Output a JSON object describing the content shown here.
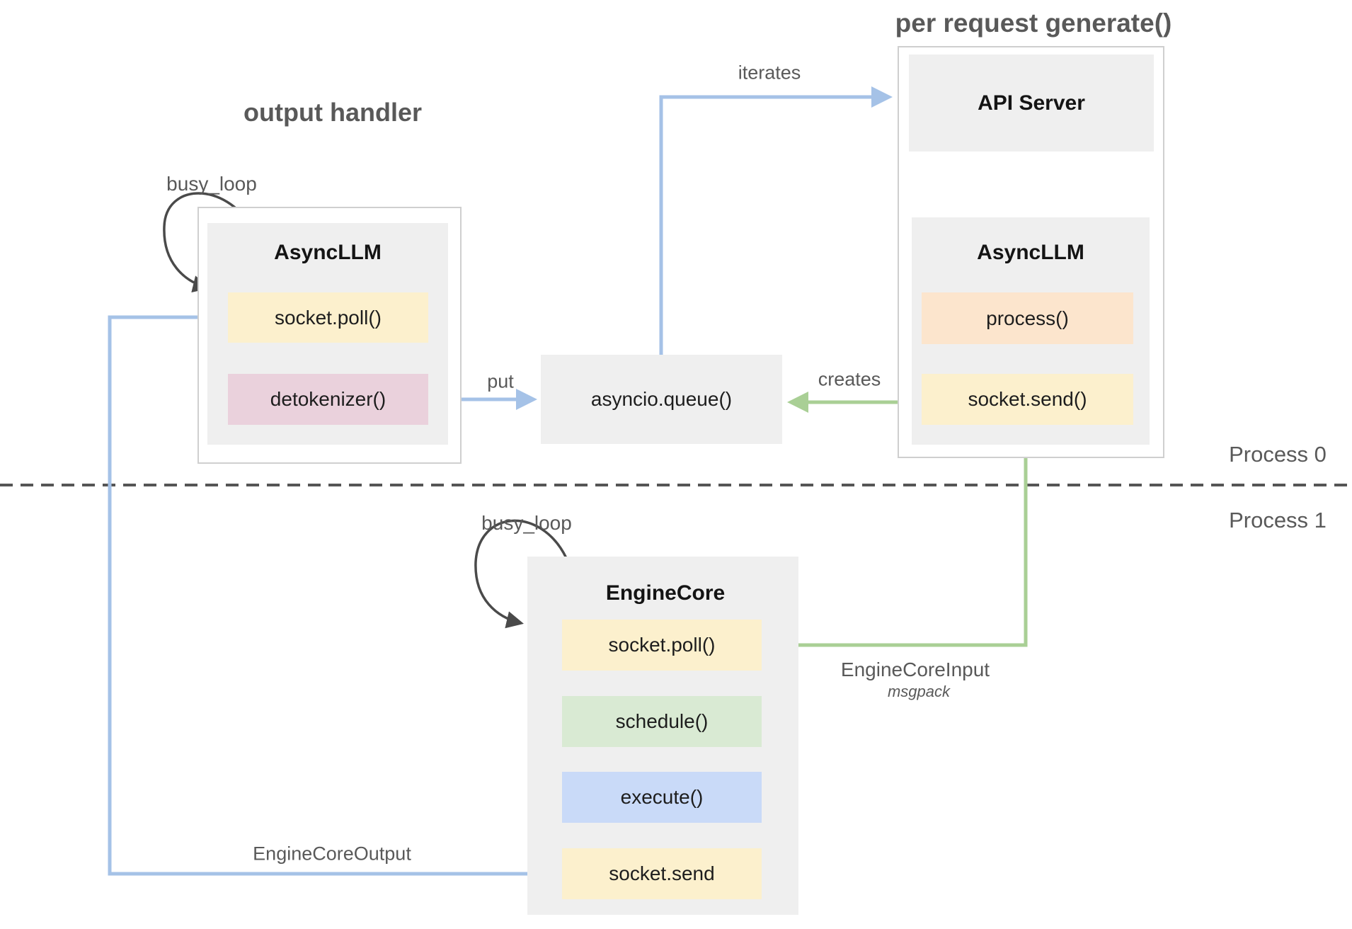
{
  "diagram": {
    "section_titles": {
      "output_handler": "output handler",
      "per_request_generate": "per request generate()"
    },
    "process_labels": {
      "process0": "Process 0",
      "process1": "Process 1"
    },
    "loop_labels": {
      "left": "busy_loop",
      "engine": "busy_loop"
    },
    "nodes": {
      "left_asyncllm": {
        "title": "AsyncLLM",
        "methods": [
          "socket.poll()",
          "detokenizer()"
        ]
      },
      "api_server": {
        "title": "API Server"
      },
      "right_asyncllm": {
        "title": "AsyncLLM",
        "methods": [
          "process()",
          "socket.send()"
        ]
      },
      "queue": {
        "label": "asyncio.queue()"
      },
      "engine_core": {
        "title": "EngineCore",
        "methods": [
          "socket.poll()",
          "schedule()",
          "execute()",
          "socket.send"
        ]
      }
    },
    "edge_labels": {
      "iterates": "iterates",
      "put": "put",
      "creates": "creates",
      "engine_core_input": "EngineCoreInput",
      "engine_core_input_format": "msgpack",
      "engine_core_output": "EngineCoreOutput"
    },
    "colors": {
      "box_yellow": "#fcf0cd",
      "box_pink": "#ead1dc",
      "box_orange": "#fce5cd",
      "box_green": "#d9ead3",
      "box_blue": "#c9daf8",
      "node_gray": "#efefef",
      "arrow_blue": "#a5c2e7",
      "arrow_green": "#a9cf95",
      "loop_dark": "#4a4a4a",
      "divider": "#555555",
      "text_gray": "#595959"
    }
  }
}
